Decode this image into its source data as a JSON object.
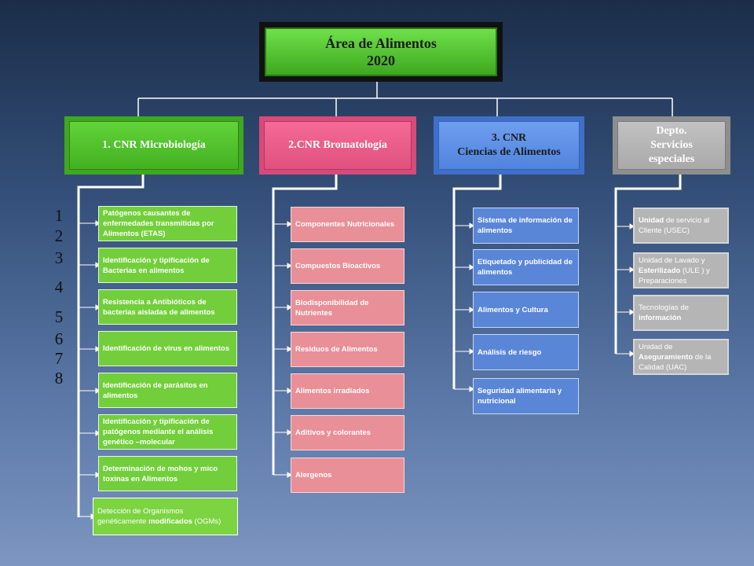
{
  "root": {
    "line1": "Área de Alimentos",
    "line2": "2020"
  },
  "heads": [
    {
      "line1": "1. CNR Microbiología",
      "line2": "",
      "line3": ""
    },
    {
      "line1": "2.CNR Bromatología",
      "line2": "",
      "line3": ""
    },
    {
      "line1": "3. CNR",
      "line2": "Ciencias de Alimentos",
      "line3": ""
    },
    {
      "line1": "Depto.",
      "line2": "Servicios",
      "line3": "especiales"
    }
  ],
  "numbers": [
    "1",
    "2",
    "3",
    "4",
    "5",
    "6",
    "7",
    "8"
  ],
  "microbiologia": [
    "Patógenos causantes de enfermedades transmitidas por Alimentos  (ETAS)",
    " Identificación y tipificación de Bacterias en  alimentos",
    "Resistencia a Antibióticos de bacterias  aisladas de alimentos",
    "Identificación de virus  en alimentos",
    "Identificación de parásitos  en alimentos",
    "Identificación y tipificación de patógenos mediante  el análisis genético –molecular",
    "Determinación de mohos y mico toxinas en Alimentos"
  ],
  "microbiologia_last": {
    "a": "Detección de Organismos genéticamente ",
    "b": "modificados",
    "c": " (OGMs)"
  },
  "bromatologia": [
    "Componentes Nutricionales",
    "Compuestos Bioactivos",
    "Biodisponibilidad de Nutrientes",
    "Residuos de Alimentos",
    "Alimentos irradiados",
    "Aditivos y colorantes",
    "Alergenos"
  ],
  "ciencias": [
    "Sistema de información de alimentos",
    "Etiquetado y publicidad de alimentos",
    "Alimentos y Cultura",
    "Análisis de riesgo",
    "Seguridad alimentaria y nutricional"
  ],
  "servicios": [
    {
      "a": "Unidad",
      "b": " de servicio al Cliente (USEC)"
    },
    {
      "a": "Unidad de  Lavado y ",
      "b": "Esterilizado",
      "c": " (ULE ) y Preparaciones"
    },
    {
      "a": "Tecnologías de ",
      "b": "información"
    },
    {
      "a": "Unidad de ",
      "b": "Aseguramiento",
      "c": " de la Calidad (UAC)"
    }
  ],
  "colors": {
    "green": "#72cf3b",
    "pink": "#e98f98",
    "blue": "#5a86d8",
    "gray": "#b5b5b5"
  }
}
